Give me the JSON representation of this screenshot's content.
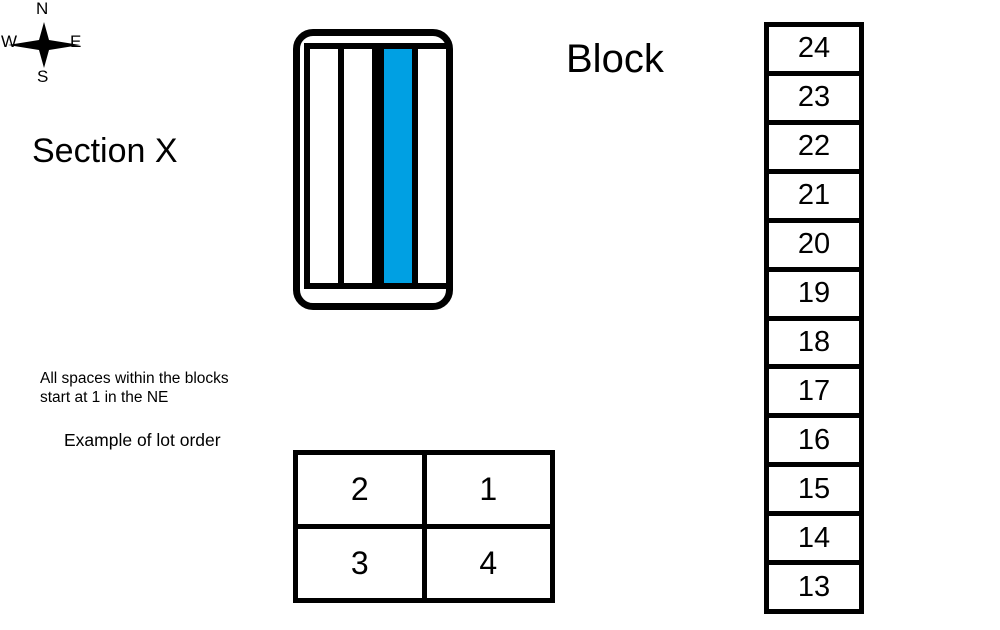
{
  "compass": {
    "north": "N",
    "south": "S",
    "west": "W",
    "east": "E",
    "icon": "compass-star-icon"
  },
  "labels": {
    "section": "Section X",
    "block": "Block",
    "note_line_1": "All spaces within the blocks",
    "note_line_2": "start at 1 in the NE",
    "example_caption": "Example of lot order"
  },
  "colors": {
    "highlight_blue": "#00a0e3",
    "outline_black": "#000000",
    "background_white": "#ffffff"
  },
  "block_diagram": {
    "shape": "rounded-rectangle",
    "groups": [
      {
        "name": "left-group",
        "cells": [
          {
            "filled": false
          },
          {
            "filled": false
          }
        ]
      },
      {
        "name": "right-group",
        "cells": [
          {
            "filled": true
          },
          {
            "filled": false
          }
        ]
      }
    ]
  },
  "lot_order_grid": {
    "rows": [
      [
        "2",
        "1"
      ],
      [
        "3",
        "4"
      ]
    ]
  },
  "space_column": {
    "numbers": [
      "24",
      "23",
      "22",
      "21",
      "20",
      "19",
      "18",
      "17",
      "16",
      "15",
      "14",
      "13"
    ]
  }
}
